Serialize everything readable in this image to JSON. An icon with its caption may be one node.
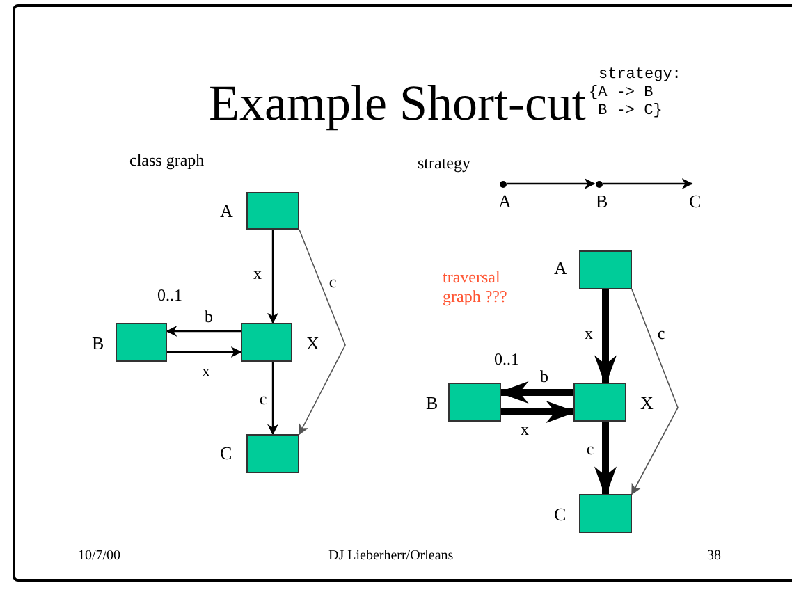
{
  "diagram": {
    "title": "Example Short-cut",
    "nodes": [
      {
        "text": [
          "A"
        ]
      },
      {
        "text": [
          "B"
        ]
      },
      {
        "text": [
          "X"
        ]
      },
      {
        "text": [
          "C"
        ]
      },
      {
        "text": [
          "A"
        ]
      },
      {
        "text": [
          "B"
        ]
      },
      {
        "text": [
          "C"
        ]
      },
      {
        "text": [
          "A"
        ]
      },
      {
        "text": [
          "B"
        ]
      },
      {
        "text": [
          "X"
        ]
      },
      {
        "text": [
          "C"
        ]
      }
    ],
    "edges": [
      {
        "from": 0,
        "to": 2,
        "arrow": "to",
        "label": "x"
      },
      {
        "from": 2,
        "to": 1,
        "arrow": "to",
        "label": "b"
      },
      {
        "from": 1,
        "to": 2,
        "arrow": "to",
        "label": "x"
      },
      {
        "from": 2,
        "to": 3,
        "arrow": "to",
        "label": "c"
      },
      {
        "from": 0,
        "to": 3,
        "arrow": "to",
        "label": "c",
        "color": "#555555"
      },
      {
        "from": 4,
        "to": 5,
        "arrow": "to"
      },
      {
        "from": 5,
        "to": 6,
        "arrow": "to"
      },
      {
        "from": 7,
        "to": 9,
        "arrow": "to",
        "label": "x",
        "style": "thick"
      },
      {
        "from": 9,
        "to": 8,
        "arrow": "to",
        "label": "b",
        "style": "thick"
      },
      {
        "from": 8,
        "to": 9,
        "arrow": "to",
        "label": "x",
        "style": "thick"
      },
      {
        "from": 9,
        "to": 10,
        "arrow": "to",
        "label": "c",
        "style": "thick"
      },
      {
        "from": 7,
        "to": 10,
        "arrow": "to",
        "label": "c",
        "color": "#555555"
      }
    ],
    "labels": [
      "strategy:",
      "{A -> B B -> C}",
      "class graph",
      "strategy",
      "0..1",
      "traversal graph ???",
      "0..1",
      "10/7/00",
      "DJ Lieberherr/Orleans",
      "38"
    ]
  }
}
